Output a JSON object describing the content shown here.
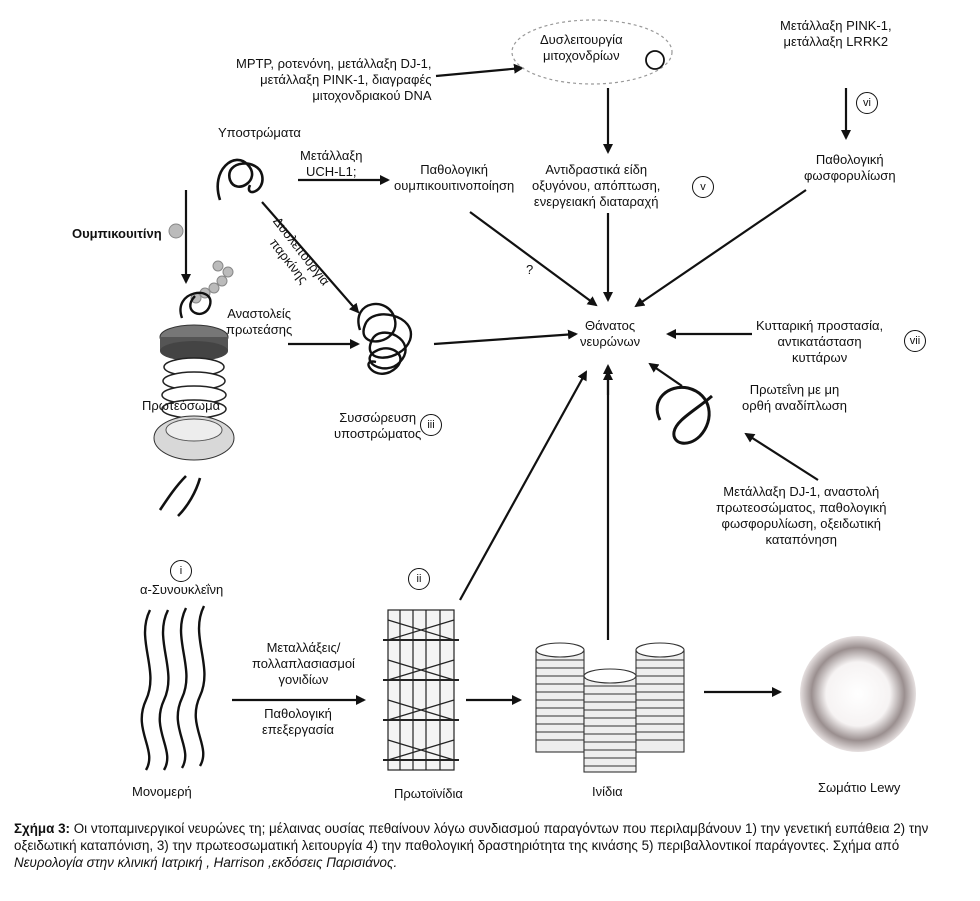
{
  "labels": {
    "mptp": "MPTP, ροτενόνη, μετάλλαξη DJ-1,\nμετάλλαξη PINK-1, διαγραφές\nμιτοχονδριακού DNA",
    "mito": "Δυσλειτουργία\nμιτοχονδρίων",
    "pink_lrrk": "Μετάλλαξη PINK-1,\nμετάλλαξη LRRK2",
    "substrates": "Υποστρώματα",
    "uch": "Μετάλλαξη\nUCH-L1;",
    "patho_ubiq": "Παθολογική\nουμπικουιτινοποίηση",
    "ros": "Αντιδραστικά είδη\nοξυγόνου, απόπτωση,\nενεργειακή διαταραχή",
    "patho_phos": "Παθολογική\nφωσφορυλίωση",
    "ubiquitin": "Ουμπικουιτίνη",
    "parkin": "Δυσλειτουργία\nπαρκίνης",
    "question": "?",
    "protease_inh": "Αναστολείς\nπρωτεάσης",
    "proteasome": "Πρωτεόσωμα",
    "neuron_death": "Θάνατος\nνευρώνων",
    "cell_protect": "Κυτταρική προστασία,\nαντικατάσταση\nκυττάρων",
    "aggregation": "Συσσώρευση\nυποστρώματος",
    "misfolded": "Πρωτεΐνη με μη\nορθή αναδίπλωση",
    "dj1": "Μετάλλαξη DJ-1, αναστολή\nπρωτεοσώματος, παθολογική\nφωσφορυλίωση, οξειδωτική\nκαταπόνηση",
    "alpha_syn": "α-Συνουκλεΐνη",
    "mutations": "Μεταλλάξεις/\nπολλαπλασιασμοί\nγονιδίων",
    "patho_processing": "Παθολογική\nεπεξεργασία",
    "monomers": "Μονομερή",
    "protofibrils": "Πρωτοϊνίδια",
    "fibrils": "Ινίδια",
    "lewy": "Σωμάτιο Lewy"
  },
  "markers": {
    "i": "i",
    "ii": "ii",
    "iii": "iii",
    "v": "v",
    "vi": "vi",
    "vii": "vii"
  },
  "caption": {
    "lead": "Σχήμα 3:",
    "text": " Οι ντοπαμινεργικοί νευρώνες τη; μέλαινας ουσίας πεθαίνουν λόγω συνδιασμού παραγόντων που περιλαμβάνουν 1) την γενετική ευπάθεια 2) την οξειδωτική καταπόνιση, 3) την πρωτεοσωματική λειτουργία 4) την παθολογική δραστηριότητα της κινάσης 5) περιβαλλοντικοί παράγοντες. Σχήμα από ",
    "source": "Νευρολογία στην κλινική Ιατρική , Harrison ,εκδόσεις Παρισιάνος."
  },
  "colors": {
    "ink": "#111111",
    "ubiquitin": "#aaaaaa",
    "proteasome_dark": "#555555",
    "lewy": "#9a8f8f"
  }
}
